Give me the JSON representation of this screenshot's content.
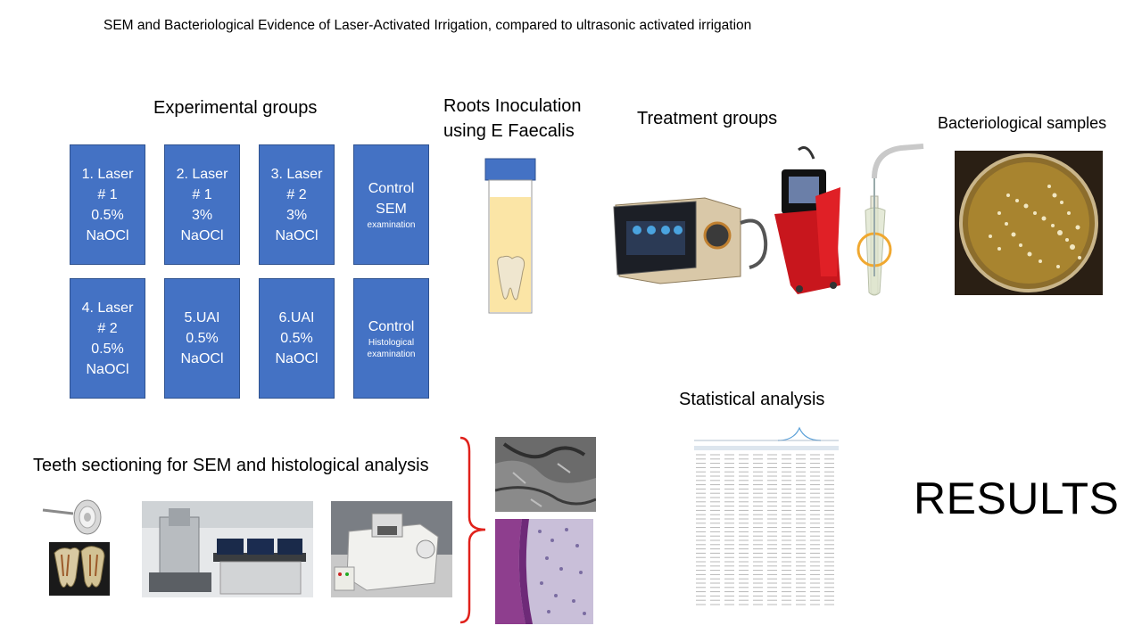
{
  "title": "SEM and Bacteriological  Evidence of Laser-Activated Irrigation, compared to ultrasonic activated irrigation",
  "sections": {
    "experimental_groups": "Experimental groups",
    "roots_inoculation_line1": "Roots Inoculation",
    "roots_inoculation_line2": "using E Faecalis",
    "treatment_groups": "Treatment groups",
    "bacteriological_samples": "Bacteriological  samples",
    "statistical_analysis": "Statistical analysis",
    "teeth_sectioning": "Teeth sectioning for SEM and histological analysis",
    "results": "RESULTS"
  },
  "groups": [
    {
      "lines": [
        "1. Laser",
        "# 1",
        "0.5%",
        "NaOCl"
      ]
    },
    {
      "lines": [
        "2. Laser",
        "# 1",
        "3%",
        "NaOCl"
      ]
    },
    {
      "lines": [
        "3. Laser",
        "# 2",
        "3%",
        "NaOCl"
      ]
    },
    {
      "lines": [
        "Control",
        "SEM"
      ],
      "small": "examination"
    },
    {
      "lines": [
        "4. Laser",
        "# 2",
        "0.5%",
        "NaOCl"
      ]
    },
    {
      "lines": [
        "5.UAI",
        "0.5%",
        "NaOCl"
      ]
    },
    {
      "lines": [
        "6.UAI",
        "0.5%",
        "NaOCl"
      ]
    },
    {
      "lines": [
        "Control"
      ],
      "small": "Histological examination"
    }
  ],
  "colors": {
    "box_fill": "#4472c4",
    "tube_liquid": "#fbe5a6",
    "bracket": "#e0211b"
  }
}
